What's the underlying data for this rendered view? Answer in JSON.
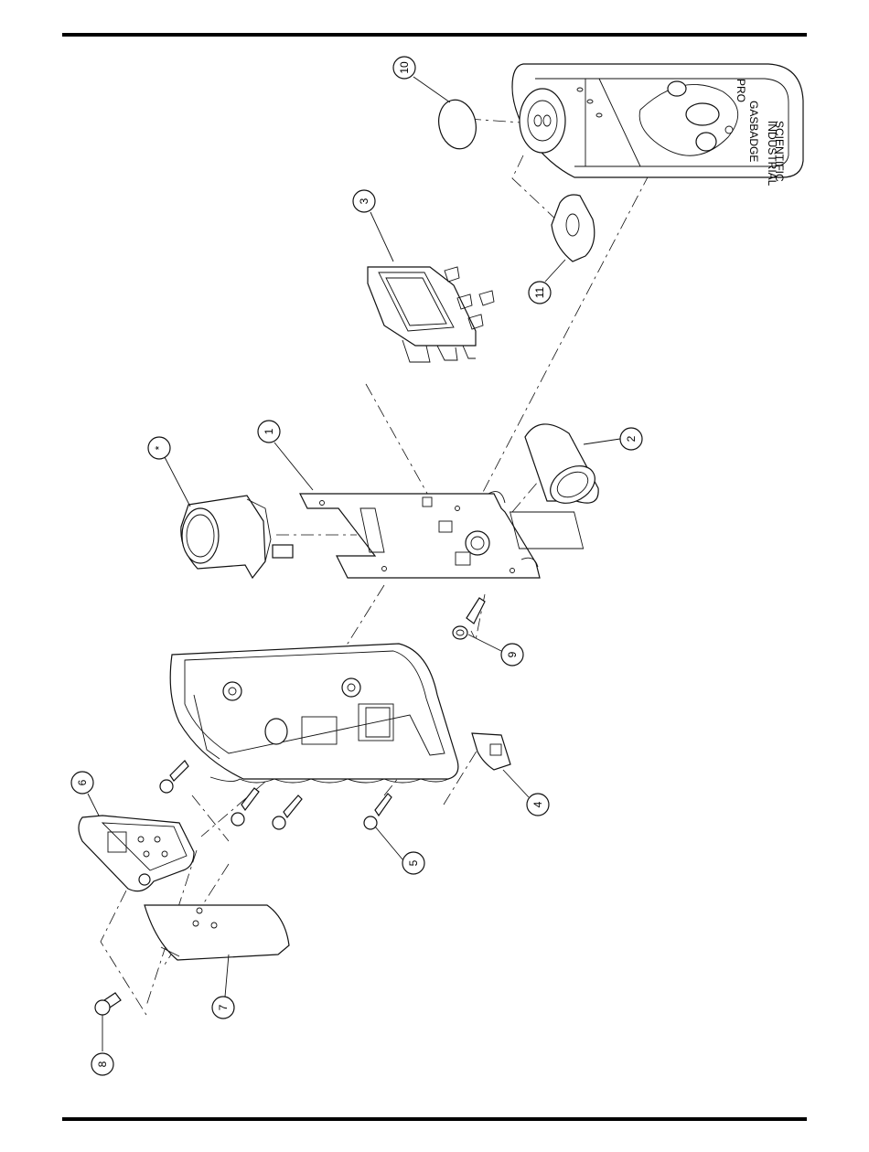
{
  "callouts": [
    {
      "id": "c1",
      "label": "1"
    },
    {
      "id": "c2",
      "label": "2"
    },
    {
      "id": "c3",
      "label": "3"
    },
    {
      "id": "c4",
      "label": "4"
    },
    {
      "id": "c5",
      "label": "5"
    },
    {
      "id": "c6",
      "label": "6"
    },
    {
      "id": "c7",
      "label": "7"
    },
    {
      "id": "c8",
      "label": "8"
    },
    {
      "id": "c9",
      "label": "9"
    },
    {
      "id": "c10",
      "label": "10"
    },
    {
      "id": "c11",
      "label": "11"
    },
    {
      "id": "cstar",
      "label": "*"
    }
  ],
  "front_cover_text": {
    "brand": "GASBADGE",
    "model": "PRO",
    "maker": "INDUSTRIAL",
    "maker2": "SCIENTIFIC"
  }
}
